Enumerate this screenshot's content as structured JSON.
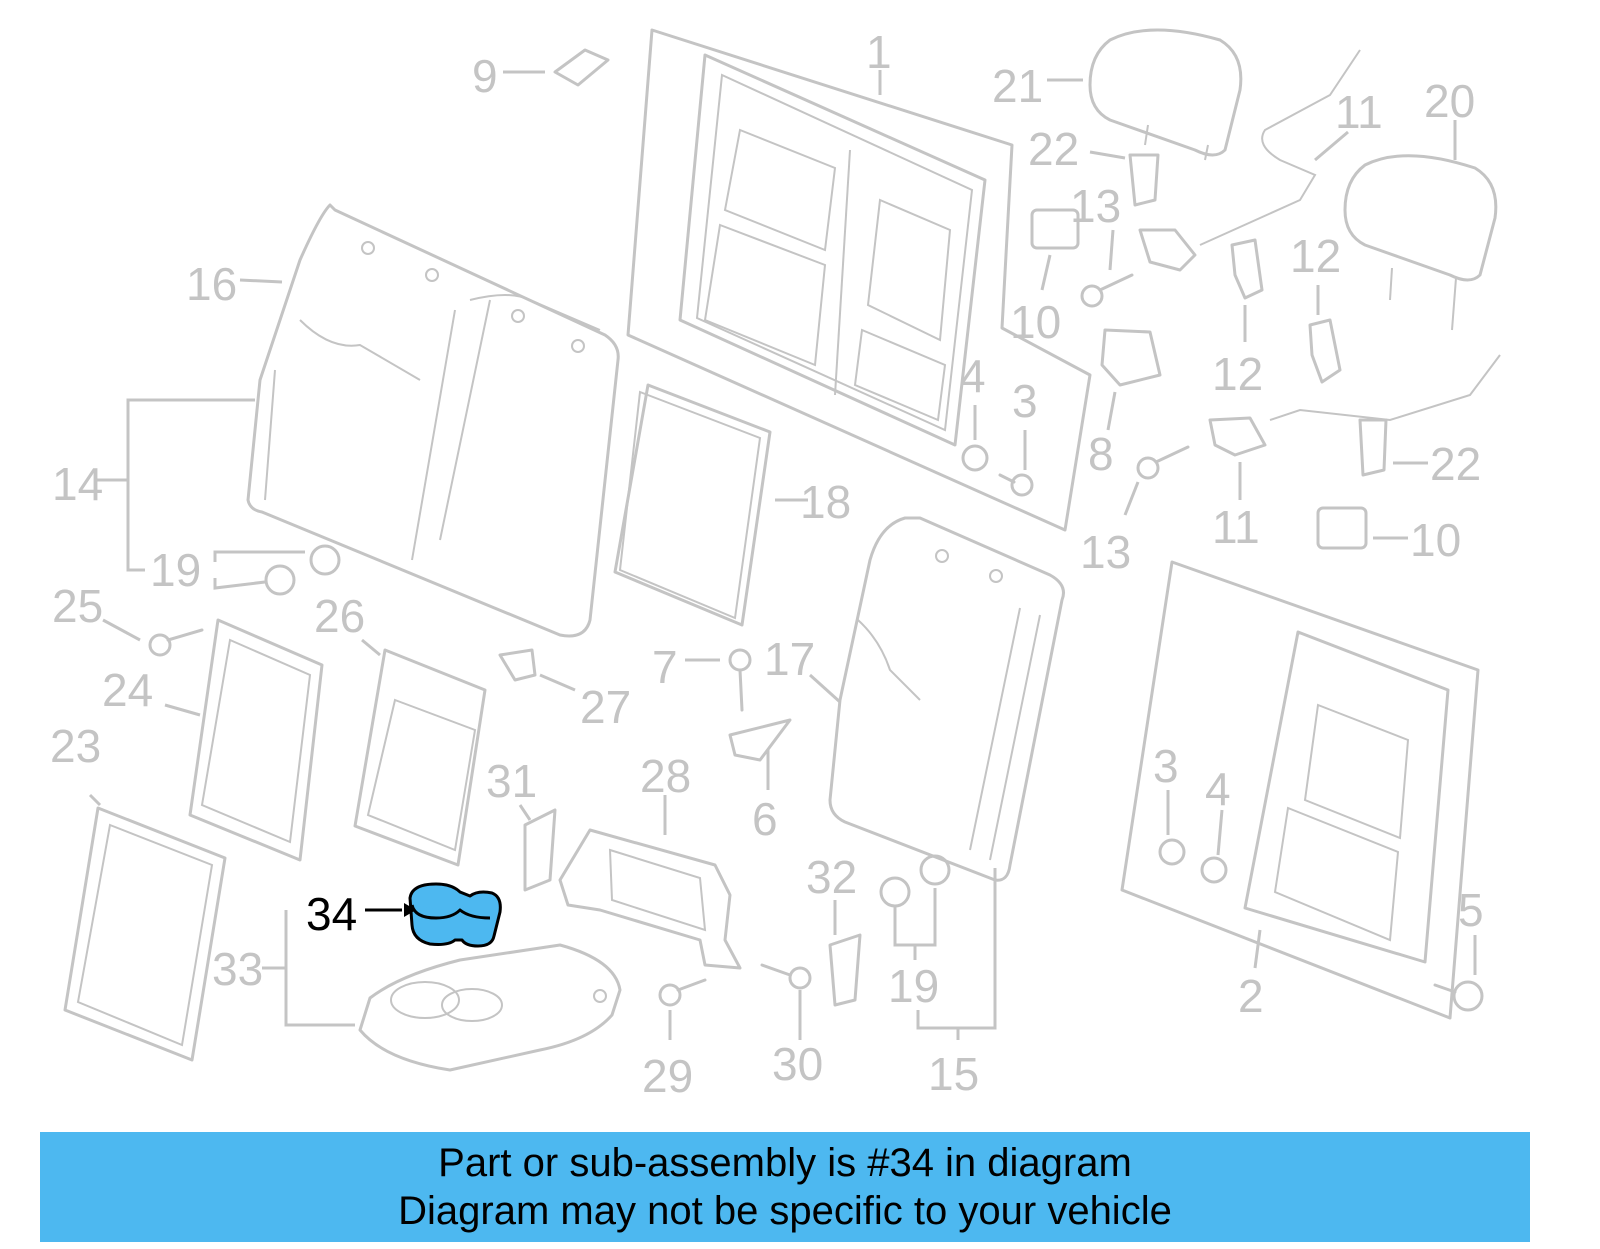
{
  "colors": {
    "banner_bg": "#4db8f0",
    "highlight_fill": "#4db8f0",
    "callout_gray": "#c4c4c4",
    "highlight_text": "#000000"
  },
  "highlighted_part": "34",
  "callouts": [
    {
      "id": "1",
      "text": "1"
    },
    {
      "id": "2",
      "text": "2"
    },
    {
      "id": "3a",
      "text": "3"
    },
    {
      "id": "3b",
      "text": "3"
    },
    {
      "id": "4a",
      "text": "4"
    },
    {
      "id": "4b",
      "text": "4"
    },
    {
      "id": "5",
      "text": "5"
    },
    {
      "id": "6",
      "text": "6"
    },
    {
      "id": "7",
      "text": "7"
    },
    {
      "id": "8",
      "text": "8"
    },
    {
      "id": "9",
      "text": "9"
    },
    {
      "id": "10a",
      "text": "10"
    },
    {
      "id": "10b",
      "text": "10"
    },
    {
      "id": "11a",
      "text": "11"
    },
    {
      "id": "11b",
      "text": "11"
    },
    {
      "id": "12a",
      "text": "12"
    },
    {
      "id": "12b",
      "text": "12"
    },
    {
      "id": "13a",
      "text": "13"
    },
    {
      "id": "13b",
      "text": "13"
    },
    {
      "id": "14",
      "text": "14"
    },
    {
      "id": "15",
      "text": "15"
    },
    {
      "id": "16",
      "text": "16"
    },
    {
      "id": "17",
      "text": "17"
    },
    {
      "id": "18",
      "text": "18"
    },
    {
      "id": "19a",
      "text": "19"
    },
    {
      "id": "19b",
      "text": "19"
    },
    {
      "id": "20",
      "text": "20"
    },
    {
      "id": "21",
      "text": "21"
    },
    {
      "id": "22a",
      "text": "22"
    },
    {
      "id": "22b",
      "text": "22"
    },
    {
      "id": "23",
      "text": "23"
    },
    {
      "id": "24",
      "text": "24"
    },
    {
      "id": "25",
      "text": "25"
    },
    {
      "id": "26",
      "text": "26"
    },
    {
      "id": "27",
      "text": "27"
    },
    {
      "id": "28",
      "text": "28"
    },
    {
      "id": "29",
      "text": "29"
    },
    {
      "id": "30",
      "text": "30"
    },
    {
      "id": "31",
      "text": "31"
    },
    {
      "id": "32",
      "text": "32"
    },
    {
      "id": "33",
      "text": "33"
    },
    {
      "id": "34",
      "text": "34"
    }
  ],
  "banner": {
    "line1": "Part or sub-assembly is #34 in diagram",
    "line2": "Diagram may not be specific to your vehicle"
  }
}
